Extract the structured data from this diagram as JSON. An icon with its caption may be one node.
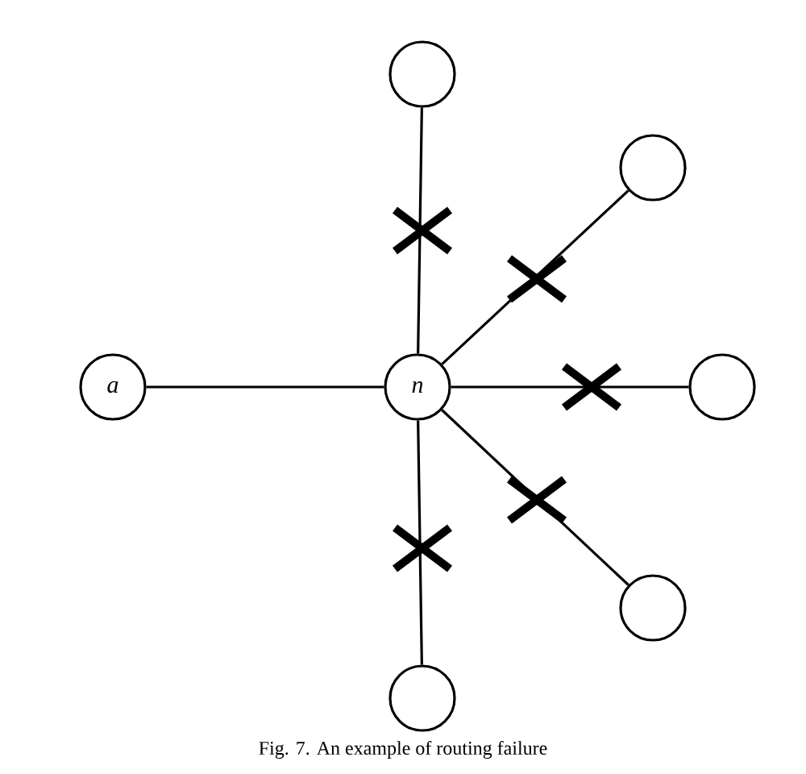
{
  "diagram": {
    "caption": "Fig. 7. An example of routing failure",
    "nodes": [
      {
        "text": [
          "a"
        ]
      },
      {
        "text": [
          "n"
        ]
      },
      {
        "text": [],
        "shape": "circle"
      },
      {
        "text": [],
        "shape": "circle"
      },
      {
        "text": [],
        "shape": "circle"
      },
      {
        "text": [],
        "shape": "circle"
      },
      {
        "text": [],
        "shape": "circle"
      }
    ],
    "edges": [
      {
        "from": 0,
        "to": 1,
        "arrow": "none"
      },
      {
        "from": 1,
        "to": 2,
        "arrow": "none"
      },
      {
        "from": 1,
        "to": 3,
        "arrow": "none"
      },
      {
        "from": 1,
        "to": 4,
        "arrow": "none"
      },
      {
        "from": 1,
        "to": 5,
        "arrow": "none"
      },
      {
        "from": 1,
        "to": 6,
        "arrow": "none"
      }
    ]
  }
}
